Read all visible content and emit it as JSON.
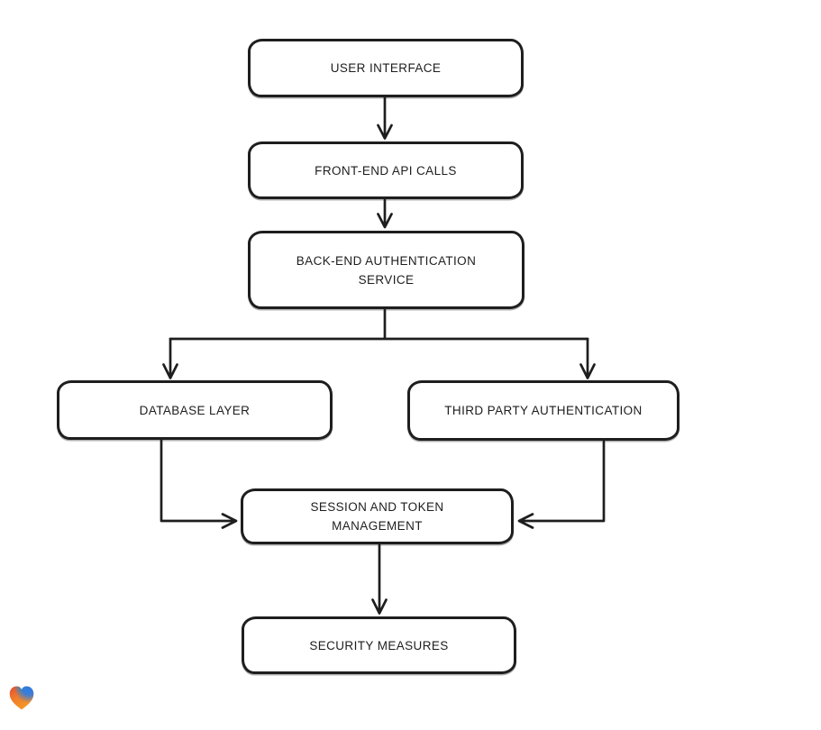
{
  "app": {
    "background": "#ffffff",
    "stroke_color": "#1e1e1e"
  },
  "diagram": {
    "type": "flowchart",
    "nodes": [
      {
        "id": "user-interface",
        "label": "USER INTERFACE"
      },
      {
        "id": "front-end-api-calls",
        "label": "FRONT-END API CALLS"
      },
      {
        "id": "back-end-authentication-service",
        "label": "BACK-END AUTHENTICATION SERVICE"
      },
      {
        "id": "database-layer",
        "label": "DATABASE LAYER"
      },
      {
        "id": "third-party-authentication",
        "label": "THIRD PARTY AUTHENTICATION"
      },
      {
        "id": "session-and-token-management",
        "label": "SESSION AND TOKEN MANAGEMENT"
      },
      {
        "id": "security-measures",
        "label": "SECURITY MEASURES"
      }
    ],
    "edges": [
      {
        "from": "user-interface",
        "to": "front-end-api-calls"
      },
      {
        "from": "front-end-api-calls",
        "to": "back-end-authentication-service"
      },
      {
        "from": "back-end-authentication-service",
        "to": "database-layer"
      },
      {
        "from": "back-end-authentication-service",
        "to": "third-party-authentication"
      },
      {
        "from": "database-layer",
        "to": "session-and-token-management"
      },
      {
        "from": "third-party-authentication",
        "to": "session-and-token-management"
      },
      {
        "from": "session-and-token-management",
        "to": "security-measures"
      }
    ]
  },
  "branding": {
    "logo": "gradient-heart-logo",
    "colors": {
      "red": "#e23a3c",
      "green": "#3fae62",
      "blue": "#2d7ce5",
      "orange": "#f6a126"
    }
  }
}
